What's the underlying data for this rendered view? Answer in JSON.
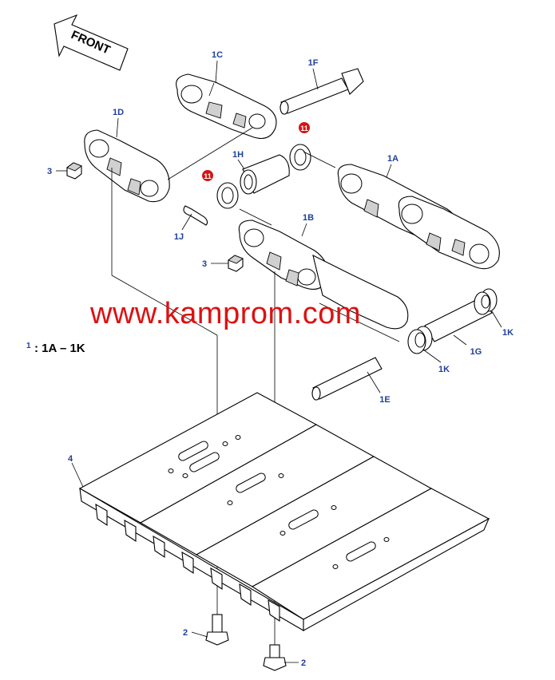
{
  "front_label": "FRONT",
  "watermark": "www.kamprom.com",
  "legend": {
    "index": "1",
    "text": ": 1A – 1K"
  },
  "callouts": {
    "c1C": "1C",
    "c1F": "1F",
    "c1D": "1D",
    "c1H": "1H",
    "c1A": "1A",
    "c1J": "1J",
    "c1B": "1B",
    "c1G": "1G",
    "c1K_a": "1K",
    "c1K_b": "1K",
    "c1E": "1E",
    "c3_a": "3",
    "c3_b": "3",
    "c4": "4",
    "c2_a": "2",
    "c2_b": "2",
    "c11_a": "11",
    "c11_b": "11"
  },
  "colors": {
    "callout": "#1f3f99",
    "watermark": "#dd1111",
    "badge": "#d41414"
  }
}
